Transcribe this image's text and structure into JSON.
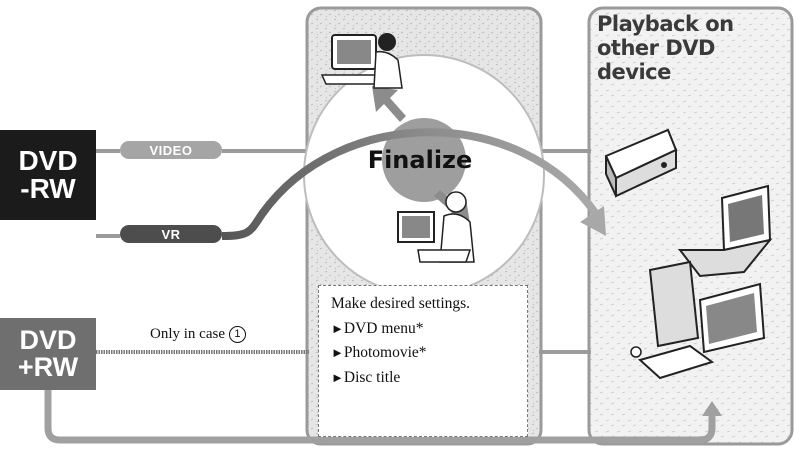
{
  "discs": {
    "dvd_rw": {
      "line1": "DVD",
      "line2": "-RW"
    },
    "dvd_plus_rw": {
      "line1": "DVD",
      "line2": "+RW"
    }
  },
  "modes": {
    "video": "VIDEO",
    "vr": "VR"
  },
  "finalize": "Finalize",
  "only_in_case": {
    "text": "Only in case",
    "marker": "1"
  },
  "settings": {
    "heading": "Make desired settings.",
    "bullet": "►",
    "items": [
      "DVD menu*",
      "Photomovie*",
      "Disc title"
    ]
  },
  "playback": {
    "line1": "Playback on",
    "line2": "other DVD device"
  },
  "colors": {
    "dvd_rw": "#1b1b1b",
    "dvd_plus_rw": "#6f6f6f",
    "video_pill": "#a5a5a5",
    "vr_pill": "#4d4d4d",
    "panel_fill": "#e4e4e4",
    "panel_border": "#9a9a9a",
    "connector": "#9b9b9b"
  },
  "icons": [
    "tv-viewing-icon",
    "editing-person-icon",
    "dvd-player-icon",
    "portable-dvd-player-icon",
    "desktop-computer-icon"
  ]
}
